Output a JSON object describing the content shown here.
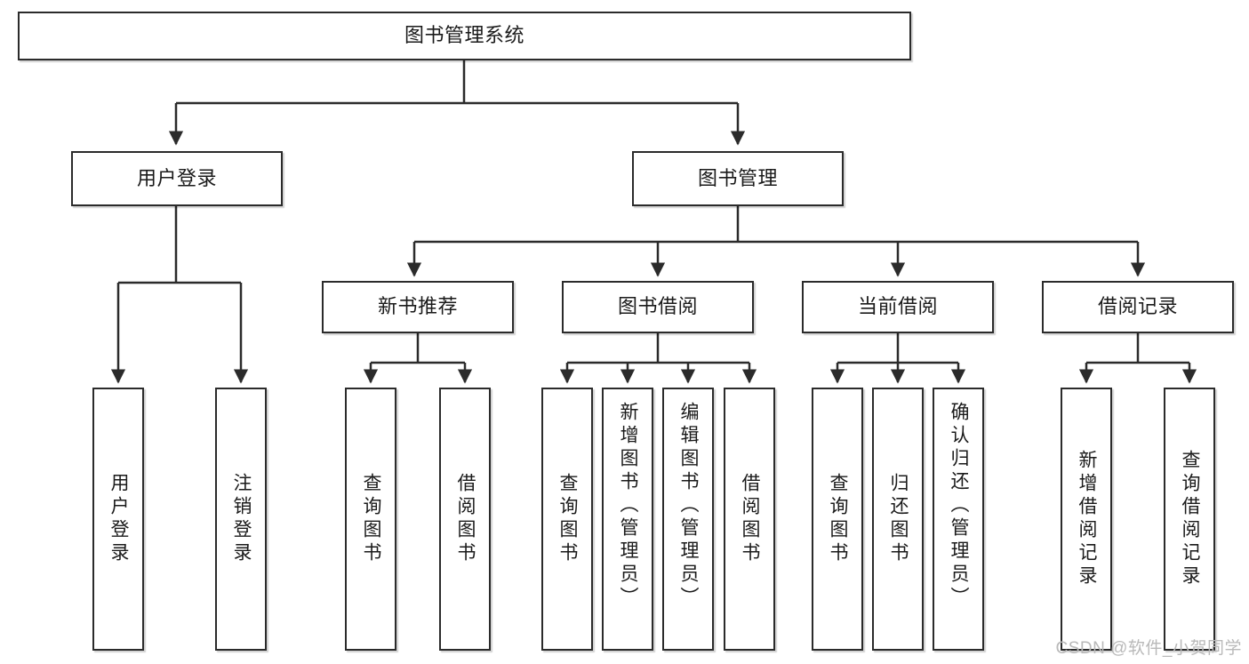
{
  "diagram": {
    "type": "hierarchy-tree",
    "title": "图书管理系统",
    "watermark": "CSDN @软件_小贺同学",
    "colors": {
      "box_border": "#2b2b2b",
      "box_fill": "#ffffff",
      "connector": "#2b2b2b",
      "text": "#1a1a1a",
      "watermark": "#b9b9b9"
    },
    "root": {
      "label": "图书管理系统"
    },
    "level2": [
      {
        "label": "用户登录"
      },
      {
        "label": "图书管理"
      }
    ],
    "level3": [
      {
        "label": "新书推荐"
      },
      {
        "label": "图书借阅"
      },
      {
        "label": "当前借阅"
      },
      {
        "label": "借阅记录"
      }
    ],
    "leaves_user_login": [
      {
        "label": "用户登录"
      },
      {
        "label": "注销登录"
      }
    ],
    "leaves_new_book": [
      {
        "label": "查询图书"
      },
      {
        "label": "借阅图书"
      }
    ],
    "leaves_borrow": [
      {
        "label": "查询图书"
      },
      {
        "label": "新增图书（管理员）"
      },
      {
        "label": "编辑图书（管理员）"
      },
      {
        "label": "借阅图书"
      }
    ],
    "leaves_current": [
      {
        "label": "查询图书"
      },
      {
        "label": "归还图书"
      },
      {
        "label": "确认归还（管理员）"
      }
    ],
    "leaves_record": [
      {
        "label": "新增借阅记录"
      },
      {
        "label": "查询借阅记录"
      }
    ]
  }
}
